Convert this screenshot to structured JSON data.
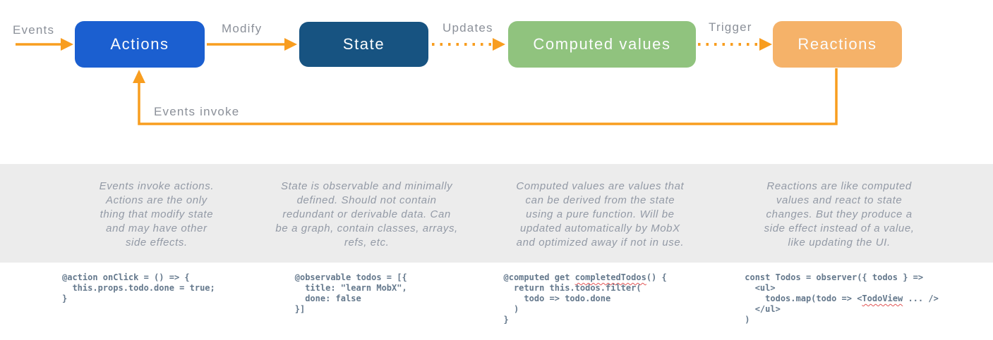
{
  "colors": {
    "arrow": "#f89d1f",
    "actions_box": "#1b5fd0",
    "state_box": "#175381",
    "computed_box": "#90c37e",
    "reactions_box": "#f5b269",
    "label_gray": "#8b9099",
    "description_gray": "#939aa6",
    "code_slate": "#64788c",
    "band_gray": "#ececec"
  },
  "diagram": {
    "nodes": [
      {
        "id": "actions",
        "label": "Actions",
        "color": "#1b5fd0"
      },
      {
        "id": "state",
        "label": "State",
        "color": "#175381"
      },
      {
        "id": "computed",
        "label": "Computed values",
        "color": "#90c37e"
      },
      {
        "id": "reactions",
        "label": "Reactions",
        "color": "#f5b269"
      }
    ],
    "edge_labels": {
      "events": "Events",
      "modify": "Modify",
      "updates": "Updates",
      "trigger": "Trigger",
      "events_invoke": "Events invoke"
    },
    "edges": [
      {
        "from": "events-external",
        "to": "actions",
        "label": "Events",
        "style": "solid"
      },
      {
        "from": "actions",
        "to": "state",
        "label": "Modify",
        "style": "solid"
      },
      {
        "from": "state",
        "to": "computed",
        "label": "Updates",
        "style": "dotted"
      },
      {
        "from": "computed",
        "to": "reactions",
        "label": "Trigger",
        "style": "dotted"
      },
      {
        "from": "reactions",
        "to": "actions",
        "label": "Events invoke",
        "style": "solid-feedback-loop"
      }
    ]
  },
  "descriptions": [
    {
      "lines": [
        "Events invoke actions.",
        "Actions are the only",
        "thing that modify state",
        "and may have other",
        "side effects."
      ]
    },
    {
      "lines": [
        "State is observable and minimally",
        "defined. Should not contain",
        "redundant or derivable data. Can",
        "be a graph, contain classes, arrays,",
        "refs, etc."
      ]
    },
    {
      "lines": [
        "Computed values are values that",
        "can be derived from the state",
        "using a pure function. Will be",
        "updated automatically by MobX",
        "and optimized away if not in use."
      ]
    },
    {
      "lines": [
        "Reactions are like computed",
        "values and react to state",
        "changes. But they produce a",
        "side effect instead of a value,",
        "like updating the UI."
      ]
    }
  ],
  "code_samples": [
    {
      "lines": [
        "@action onClick = () => {",
        "  this.props.todo.done = true;",
        "}"
      ]
    },
    {
      "lines": [
        "@observable todos = [{",
        "  title: \"learn MobX\",",
        "  done: false",
        "}]"
      ]
    },
    {
      "lines": [
        "@computed get completedTodos() {",
        "  return this.todos.filter(",
        "    todo => todo.done",
        "  )",
        "}"
      ]
    },
    {
      "lines": [
        "const Todos = observer({ todos } =>",
        "  <ul>",
        "    todos.map(todo => <TodoView ... />",
        "  </ul>",
        ")"
      ]
    }
  ],
  "spellcheck_words": [
    "completedTodos",
    "TodoView"
  ]
}
